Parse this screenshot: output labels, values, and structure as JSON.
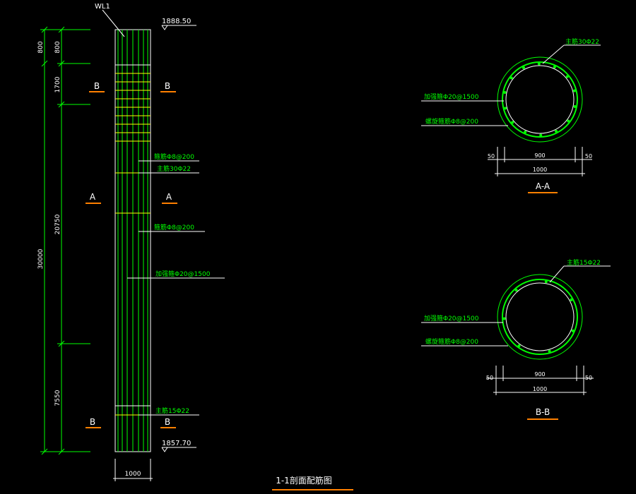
{
  "pile": {
    "label": "WL1",
    "top_elevation": "1888.50",
    "bottom_elevation": "1857.70",
    "width_dim": "1000"
  },
  "dims_left": {
    "outer": [
      "800",
      "30000"
    ],
    "inner": [
      "800",
      "1700",
      "20750",
      "7550"
    ]
  },
  "section_marks": {
    "b_top_left": "B",
    "b_top_right": "B",
    "a_left": "A",
    "a_right": "A",
    "b_bot_left": "B",
    "b_bot_right": "B"
  },
  "pile_callouts": {
    "stirrup_top": "箍筋Φ8@200",
    "main_bar_top": "主筋30Φ22",
    "stirrup_mid": "箍筋Φ8@200",
    "stiffener": "加强箍Φ20@1500",
    "main_bar_bot": "主筋15Φ22"
  },
  "section_aa": {
    "title": "A-A",
    "main_bar": "主筋30Φ22",
    "stiffener": "加强箍Φ20@1500",
    "spiral": "螺旋箍筋Φ8@200",
    "dim_inner": "900",
    "dim_left": "50",
    "dim_right": "50",
    "dim_total": "1000"
  },
  "section_bb": {
    "title": "B-B",
    "main_bar": "主筋15Φ22",
    "stiffener": "加强箍Φ20@1500",
    "spiral": "螺旋箍筋Φ8@200",
    "dim_inner": "900",
    "dim_left": "50",
    "dim_right": "50",
    "dim_total": "1000"
  },
  "drawing_title": "1-1剖面配筋图",
  "colors": {
    "background": "#000000",
    "outline": "#ffffff",
    "rebar": "#00ff00",
    "stirrup": "#ffff00",
    "underline": "#ff8000"
  }
}
